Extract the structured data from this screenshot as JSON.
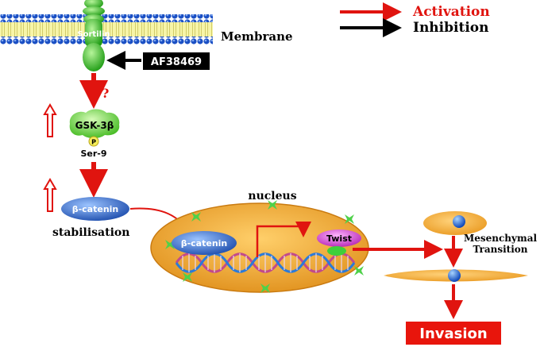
{
  "legend": {
    "activation_label": "Activation",
    "inhibition_label": "Inhibition",
    "activation_color": "#e0140f",
    "inhibition_color": "#000000"
  },
  "membrane": {
    "label": "Membrane",
    "receptor_label": "Sortilin",
    "inhibitor_label": "AF38469",
    "query_mark": "?"
  },
  "cytoplasm": {
    "gsk_label": "GSK-3β",
    "phospho_label": "P",
    "site_label": "Ser-9",
    "beta_catenin_label": "β-catenin",
    "stabilisation_label": "stabilisation"
  },
  "nucleus": {
    "label": "nucleus",
    "beta_catenin_label": "β-catenin",
    "twist_label": "Twist"
  },
  "emt": {
    "label_line1": "Mesenchymal",
    "label_line2": "Transition",
    "outcome_label": "Invasion"
  },
  "colors": {
    "arrow_red": "#e0140f",
    "membrane_head": "#1a4fc4",
    "membrane_tail": "#f4f07a",
    "receptor_green": "#22b818",
    "gsk_green": "#6fdc3c",
    "nucleus_orange": "#f2a42c",
    "catenin_blue": "#2c6fd8",
    "twist_magenta": "#d63fd6",
    "invasion_red": "#e8150c"
  }
}
